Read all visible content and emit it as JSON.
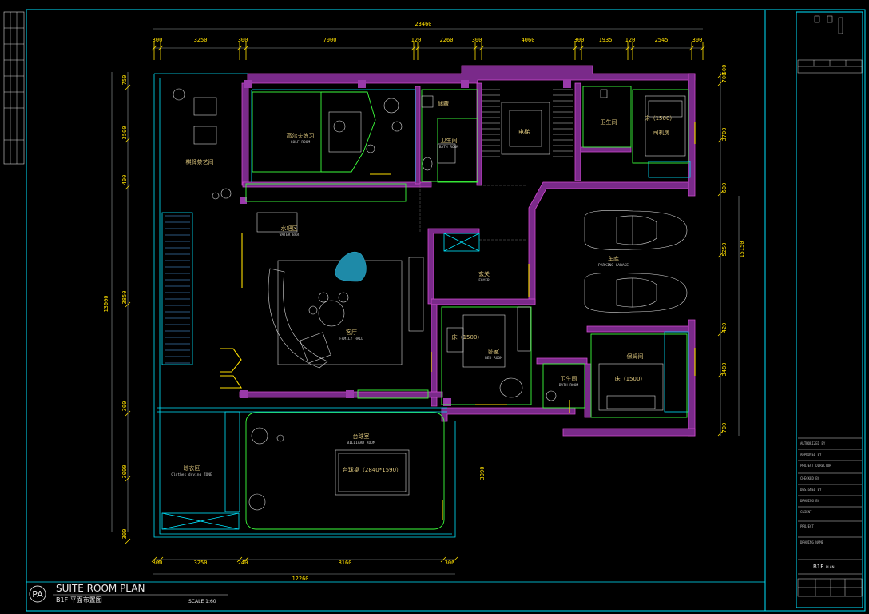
{
  "title_block": {
    "plan_title": "SUITE ROOM PLAN",
    "plan_subtitle": "B1F  平面布置图",
    "scale": "SCALE 1:60",
    "logo": "PA",
    "drawing_name": "B1F",
    "drawing_name_en": "PLAN",
    "rows": [
      "AUTHORIZED BY",
      "APPROVED BY",
      "PROJECT DIRECTOR",
      "CHECKED BY",
      "DESIGNED BY",
      "DRAWING BY",
      "CLIENT",
      "PROJECT",
      "DRAWING NAME"
    ]
  },
  "dimensions": {
    "top_total": "23460",
    "top": [
      "300",
      "3250",
      "300",
      "7000",
      "120",
      "2260",
      "300",
      "4060",
      "300",
      "1935",
      "120",
      "2545",
      "300"
    ],
    "right": [
      "700",
      "500",
      "3700",
      "600",
      "5250",
      "420",
      "3480",
      "700"
    ],
    "right_total": "15150",
    "left_total": "13000",
    "left": [
      "750",
      "3500",
      "400",
      "3850",
      "300",
      "3000",
      "300"
    ],
    "bottom": [
      "300",
      "3250",
      "240",
      "8160",
      "300"
    ],
    "bottom_total": "12260",
    "mid_vertical": "3090"
  },
  "rooms": [
    {
      "id": "gaoerfu",
      "cn": "高尔夫练习",
      "en": "GOLF ROOM"
    },
    {
      "id": "feiyi",
      "cn": "棋牌茶艺间",
      "en": ""
    },
    {
      "id": "bathroom1",
      "cn": "卫生间",
      "en": "BATH ROOM"
    },
    {
      "id": "lengcang",
      "cn": "储藏",
      "en": ""
    },
    {
      "id": "elevator",
      "cn": "电梯",
      "en": ""
    },
    {
      "id": "bathroom2",
      "cn": "卫生间",
      "en": ""
    },
    {
      "id": "bedroom1",
      "cn": "司机房",
      "en": ""
    },
    {
      "id": "bed1",
      "cn": "床（1500）",
      "en": ""
    },
    {
      "id": "bar",
      "cn": "水吧区",
      "en": "WATER BAR"
    },
    {
      "id": "living",
      "cn": "客厅",
      "en": "FAMILY HALL"
    },
    {
      "id": "foyer",
      "cn": "玄关",
      "en": "FOYER"
    },
    {
      "id": "garage",
      "cn": "车库",
      "en": "PARKING GARAGE"
    },
    {
      "id": "bedroom2",
      "cn": "卧室",
      "en": "BED ROOM"
    },
    {
      "id": "bed2",
      "cn": "床（1500）",
      "en": ""
    },
    {
      "id": "nanny",
      "cn": "保姆间",
      "en": ""
    },
    {
      "id": "bed3",
      "cn": "床（1500）",
      "en": ""
    },
    {
      "id": "bathroom3",
      "cn": "卫生间",
      "en": "BATH ROOM"
    },
    {
      "id": "drying",
      "cn": "晾衣区",
      "en": "Clothes drying ZONE"
    },
    {
      "id": "billiard",
      "cn": "台球室",
      "en": "BILLIARD ROOM"
    },
    {
      "id": "table",
      "cn": "台球桌（2840*1590）",
      "en": ""
    }
  ],
  "colors": {
    "wall": "#d04ad0",
    "frame": "#00e5ff",
    "dimension": "#ffe000",
    "furniture": "#d8d8d8",
    "window": "#3cff3c",
    "accent": "#1e8aa8"
  }
}
